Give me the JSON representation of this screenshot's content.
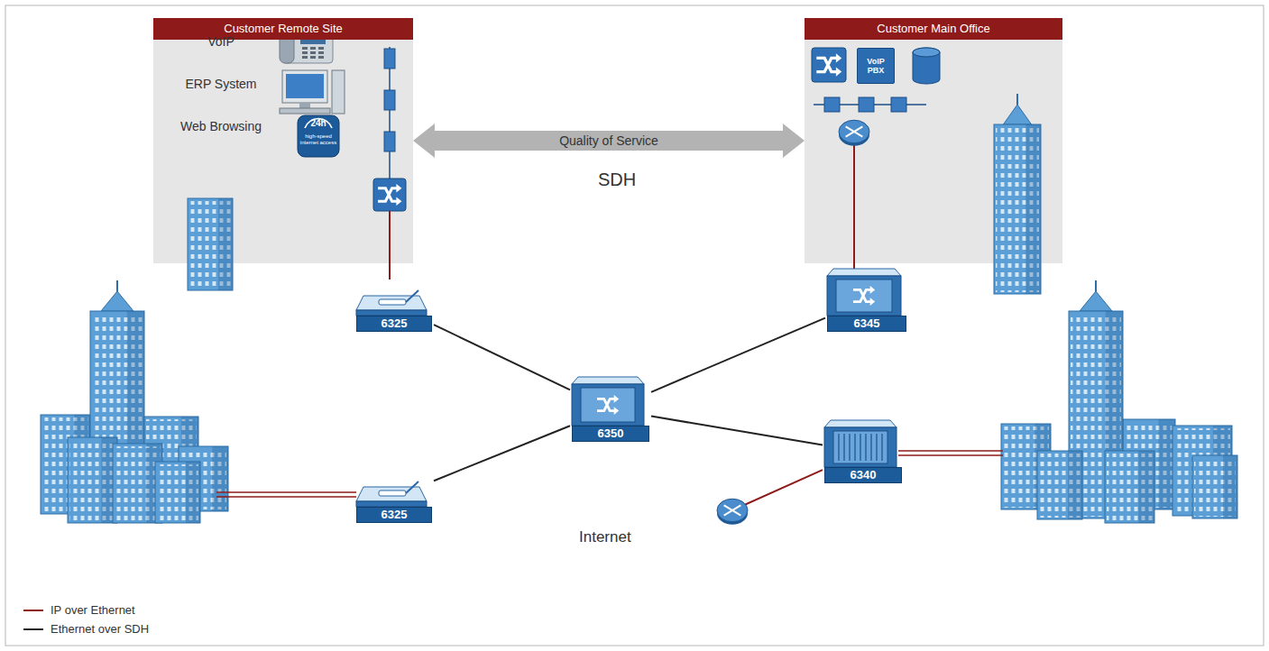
{
  "diagram": {
    "nodes": [
      {
        "text": [
          "Customer Remote Site"
        ]
      },
      {
        "text": [
          "Customer Main Office"
        ]
      },
      {
        "text": [
          "VoIP PBX"
        ],
        "in": 1
      },
      {
        "text": [
          "SDH"
        ]
      },
      {
        "text": [
          "6325"
        ]
      },
      {
        "text": [
          "6325"
        ]
      },
      {
        "text": [
          "6350"
        ],
        "in": 3
      },
      {
        "text": [
          "6345"
        ]
      },
      {
        "text": [
          "6340"
        ]
      },
      {
        "text": [
          "Internet"
        ]
      }
    ],
    "edges": [
      {
        "from": 0,
        "to": 1,
        "arrow": "both",
        "label": "Quality of Service"
      },
      {
        "from": 0,
        "to": 4,
        "arrow": "none"
      },
      {
        "from": 1,
        "to": 7,
        "arrow": "none"
      },
      {
        "from": 4,
        "to": 6,
        "arrow": "none"
      },
      {
        "from": 5,
        "to": 6,
        "arrow": "none"
      },
      {
        "from": 6,
        "to": 7,
        "arrow": "none"
      },
      {
        "from": 6,
        "to": 8,
        "arrow": "none"
      },
      {
        "from": 8,
        "to": 9,
        "arrow": "none"
      }
    ],
    "labels": [
      "VoIP",
      "ERP System",
      "Web Browsing",
      "24h",
      "high-speed internet access"
    ],
    "legend": [
      {
        "text": "IP over Ethernet"
      },
      {
        "text": "Ethernet over SDH"
      }
    ]
  }
}
